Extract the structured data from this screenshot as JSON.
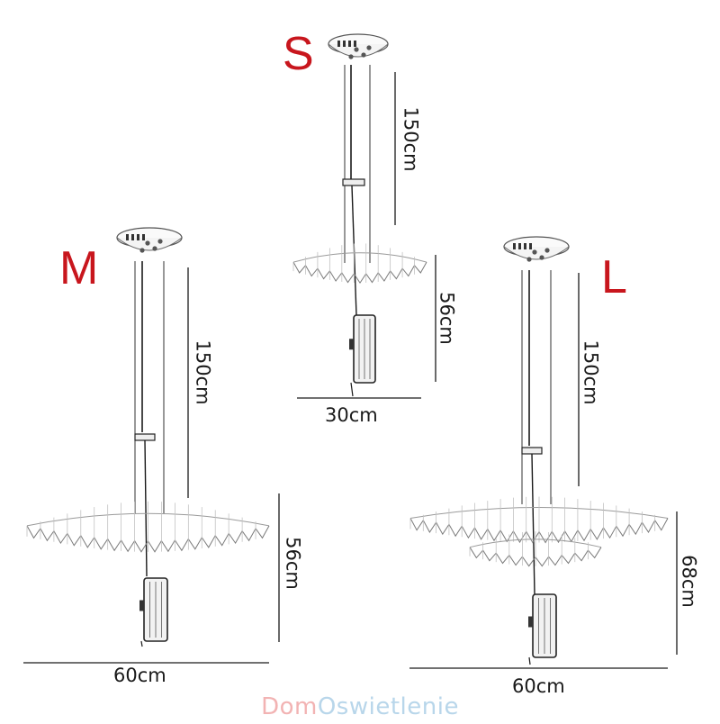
{
  "lamps": {
    "s": {
      "size_label": "S",
      "drop_label": "150cm",
      "height_label": "56cm",
      "width_label": "30cm"
    },
    "m": {
      "size_label": "M",
      "drop_label": "150cm",
      "height_label": "56cm",
      "width_label": "60cm"
    },
    "l": {
      "size_label": "L",
      "drop_label": "150cm",
      "height_label": "68cm",
      "width_label": "60cm"
    }
  },
  "watermark": {
    "part_a": "Dom",
    "part_b": "Oswietlenie"
  },
  "colors": {
    "size_letter": "#c8161d",
    "line": "#1a1a1a",
    "watermark_a": "#f2b3b3",
    "watermark_b": "#b8d6ea"
  }
}
